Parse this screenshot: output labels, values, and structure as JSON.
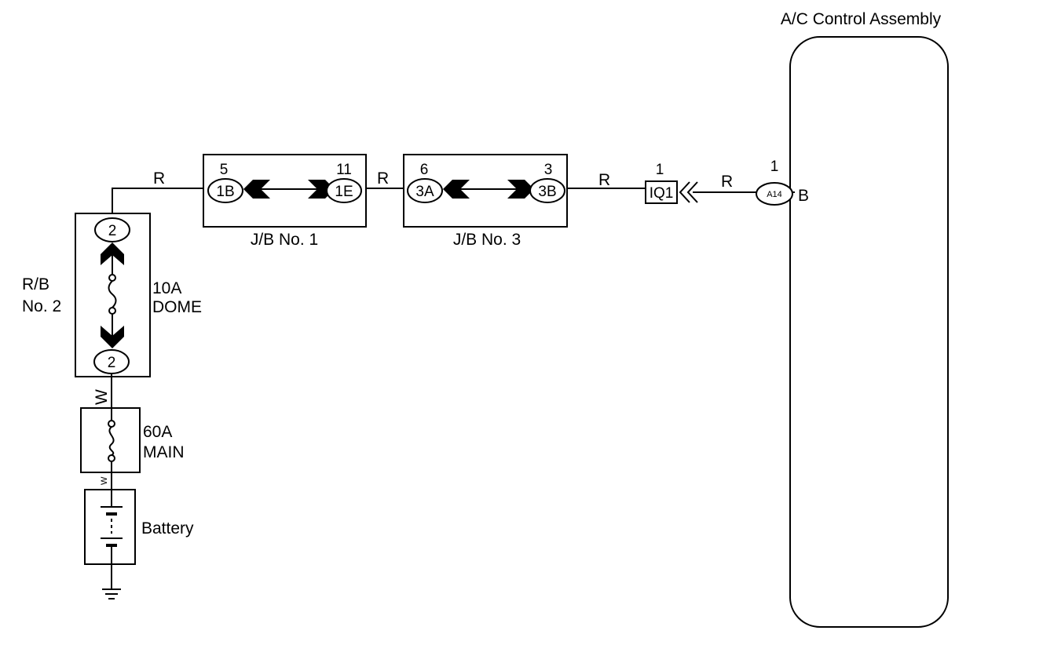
{
  "title": "A/C Control Assembly",
  "wire_colors": {
    "r1": "R",
    "r2": "R",
    "r3": "R",
    "r4": "R",
    "w1": "W",
    "w2": "W"
  },
  "rb2": {
    "label_line1": "R/B",
    "label_line2": "No. 2",
    "pin_top": "2",
    "pin_bottom": "2",
    "fuse_line1": "10A",
    "fuse_line2": "DOME"
  },
  "jb1": {
    "label": "J/B No. 1",
    "pin_left_num": "5",
    "pin_left": "1B",
    "pin_right_num": "11",
    "pin_right": "1E"
  },
  "jb3": {
    "label": "J/B No. 3",
    "pin_left_num": "6",
    "pin_left": "3A",
    "pin_right_num": "3",
    "pin_right": "3B"
  },
  "connector_iq1": {
    "pin_num": "1",
    "label": "IQ1"
  },
  "connector_a14": {
    "pin_num": "1",
    "label": "A14",
    "terminal": "B"
  },
  "main_fuse": {
    "line1": "60A",
    "line2": "MAIN"
  },
  "battery": {
    "label": "Battery"
  }
}
